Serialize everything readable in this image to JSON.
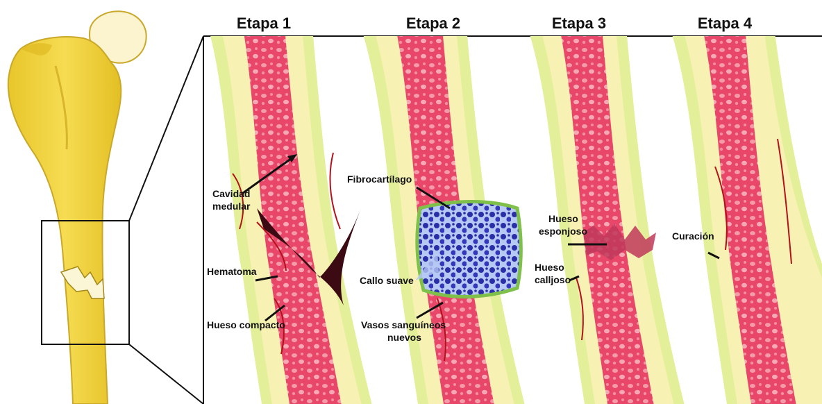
{
  "stages": [
    {
      "title": "Etapa 1"
    },
    {
      "title": "Etapa 2"
    },
    {
      "title": "Etapa 3"
    },
    {
      "title": "Etapa 4"
    }
  ],
  "labels": {
    "cavidad_medular_1": "Cavidad",
    "cavidad_medular_2": "medular",
    "hematoma": "Hematoma",
    "hueso_compacto": "Hueso compacto",
    "fibrocartilago": "Fibrocartílago",
    "callo_suave": "Callo suave",
    "vasos_1": "Vasos sanguíneos",
    "vasos_2": "nuevos",
    "hueso_esponjoso_1": "Hueso",
    "hueso_esponjoso_2": "esponjoso",
    "hueso_calloso_1": "Hueso",
    "hueso_calloso_2": "calljoso",
    "curacion": "Curación"
  },
  "colors": {
    "femur": "#f1d33d",
    "femur_outline": "#c9a82a",
    "periosteum": "#e4ef9a",
    "cortex": "#f7f2b4",
    "marrow": "#e8476a",
    "marrow_spots": "#f59aa8",
    "vessel": "#b3121c",
    "hematoma": "#3b0a12",
    "callus": "#2a2ea8",
    "callus_rim": "#7fc04a",
    "spongy": "#c0385a",
    "frame": "#111111"
  }
}
